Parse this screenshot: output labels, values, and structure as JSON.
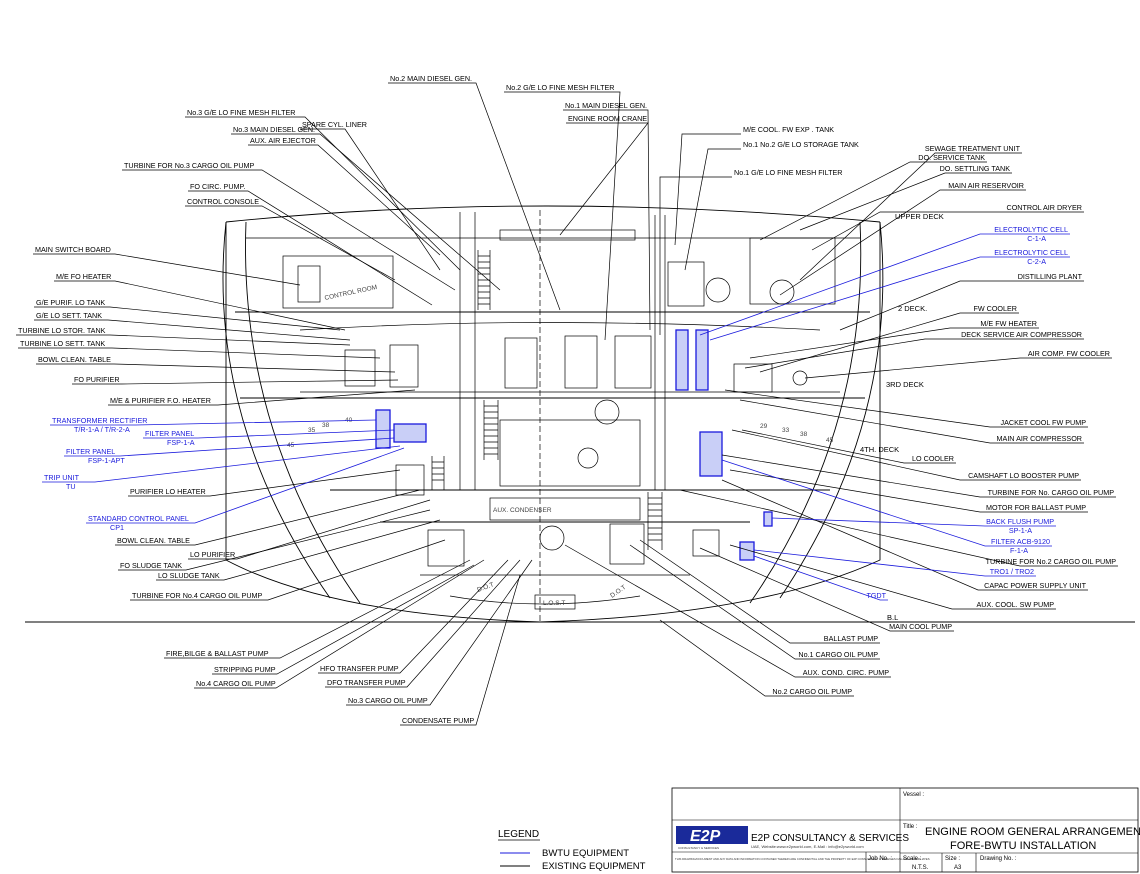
{
  "labels_left": [
    {
      "id": "spare-cyl-liner",
      "text": "SPARE CYL. LINER"
    },
    {
      "id": "no3-ge-lo-fine-mesh-filter",
      "text": "No.3  G/E LO FINE MESH FILTER"
    },
    {
      "id": "no3-main-diesel-gen",
      "text": "No.3  MAIN DIESEL GEN."
    },
    {
      "id": "aux-air-ejector",
      "text": "AUX. AIR EJECTOR"
    },
    {
      "id": "turbine-no3-cargo-oil-pump",
      "text": "TURBINE FOR No.3 CARGO OIL PUMP"
    },
    {
      "id": "fo-circ-pump",
      "text": "FO CIRC. PUMP."
    },
    {
      "id": "control-console",
      "text": "CONTROL CONSOLE"
    },
    {
      "id": "main-switch-board",
      "text": "MAIN SWITCH BOARD"
    },
    {
      "id": "me-fo-heater",
      "text": "M/E FO HEATER"
    },
    {
      "id": "ge-purif-lo-tank",
      "text": "G/E PURIF. LO TANK"
    },
    {
      "id": "ge-lo-sett-tank",
      "text": "G/E LO SETT. TANK"
    },
    {
      "id": "turbine-lo-stor-tank",
      "text": "TURBINE LO STOR. TANK"
    },
    {
      "id": "turbine-lo-sett-tank",
      "text": "TURBINE LO SETT. TANK"
    },
    {
      "id": "bowl-clean-table-1",
      "text": "BOWL CLEAN. TABLE"
    },
    {
      "id": "fo-purifier",
      "text": "FO PURIFIER"
    },
    {
      "id": "me-purifier-fo-heater",
      "text": "M/E & PURIFIER F.O. HEATER"
    },
    {
      "id": "purifier-lo-heater",
      "text": "PURIFIER LO HEATER"
    },
    {
      "id": "bowl-clean-table-2",
      "text": "BOWL CLEAN.  TABLE"
    },
    {
      "id": "lo-purifier",
      "text": "LO PURIFIER"
    },
    {
      "id": "fo-sludge-tank",
      "text": "FO SLUDGE TANK"
    },
    {
      "id": "lo-sludge-tank",
      "text": "LO SLUDGE TANK"
    },
    {
      "id": "turbine-no4-cargo-oil-pump",
      "text": "TURBINE FOR No.4 CARGO OIL PUMP"
    }
  ],
  "labels_left_blue": [
    {
      "id": "transformer-rectifier",
      "text": "TRANSFORMER RECTIFIER",
      "sub": "T/R-1-A / T/R-2-A"
    },
    {
      "id": "filter-panel-fsp1a",
      "text": "FILTER PANEL",
      "sub": "FSP-1-A"
    },
    {
      "id": "filter-panel-fsp1apt",
      "text": "FILTER PANEL",
      "sub": "FSP-1-APT"
    },
    {
      "id": "trip-unit",
      "text": "TRIP UNIT",
      "sub": "TU"
    },
    {
      "id": "standard-control-panel",
      "text": "STANDARD CONTROL PANEL",
      "sub": "CP1"
    }
  ],
  "labels_top": [
    {
      "id": "no2-main-diesel-gen",
      "text": "No.2  MAIN DIESEL GEN."
    },
    {
      "id": "no2-ge-lo-fine-mesh-filter",
      "text": "No.2  G/E LO FINE MESH FILTER"
    },
    {
      "id": "no1-main-diesel-gen",
      "text": "No.1 MAIN DIESEL GEN."
    },
    {
      "id": "engine-room-crane",
      "text": "ENGINE ROOM CRANE"
    },
    {
      "id": "me-cool-fw-exp-tank",
      "text": "M/E COOL. FW  EXP . TANK"
    },
    {
      "id": "no1-no2-ge-lo-storage-tank",
      "text": "No.1 No.2  G/E LO STORAGE TANK"
    },
    {
      "id": "no1-ge-lo-fine-mesh-filter",
      "text": "No.1 G/E LO FINE MESH FILTER"
    }
  ],
  "labels_right": [
    {
      "id": "sewage-treatment-unit",
      "text": "SEWAGE TREATMENT UNIT"
    },
    {
      "id": "do-service-tank",
      "text": "DO. SERVICE TANK"
    },
    {
      "id": "do-settling-tank",
      "text": "DO. SETTLING TANK"
    },
    {
      "id": "main-air-reservoir",
      "text": "MAIN AIR RESERVOIR"
    },
    {
      "id": "control-air-dryer",
      "text": "CONTROL AIR DRYER"
    },
    {
      "id": "distilling-plant",
      "text": "DISTILLING PLANT"
    },
    {
      "id": "fw-cooler",
      "text": "FW COOLER"
    },
    {
      "id": "me-fw-heater",
      "text": "M/E FW HEATER"
    },
    {
      "id": "deck-service-air-compressor",
      "text": "DECK SERVICE AIR COMPRESSOR"
    },
    {
      "id": "air-comp-fw-cooler",
      "text": "AIR COMP. FW COOLER"
    },
    {
      "id": "jacket-cool-fw-pump",
      "text": "JACKET COOL FW PUMP"
    },
    {
      "id": "main-air-compressor",
      "text": "MAIN AIR COMPRESSOR"
    },
    {
      "id": "lo-cooler",
      "text": "LO COOLER"
    },
    {
      "id": "camshaft-lo-booster-pump",
      "text": "CAMSHAFT LO BOOSTER PUMP"
    },
    {
      "id": "turbine-no-cargo-oil-pump",
      "text": "TURBINE FOR No. CARGO OIL PUMP"
    },
    {
      "id": "motor-for-ballast-pump",
      "text": "MOTOR FOR BALLAST PUMP"
    },
    {
      "id": "turbine-no2-cargo-oil-pump",
      "text": "TURBINE FOR No.2  CARGO OIL PUMP"
    },
    {
      "id": "capac-power-supply-unit",
      "text": "CAPAC POWER SUPPLY UNIT"
    },
    {
      "id": "aux-cool-sw-pump",
      "text": "AUX. COOL. SW  PUMP"
    },
    {
      "id": "main-cool-pump",
      "text": "MAIN COOL PUMP"
    }
  ],
  "labels_right_blue": [
    {
      "id": "electrolytic-cell-c1a",
      "text": "ELECTROLYTIC CELL",
      "sub": "C-1-A"
    },
    {
      "id": "electrolytic-cell-c2a",
      "text": "ELECTROLYTIC CELL",
      "sub": "C-2-A"
    },
    {
      "id": "back-flush-pump",
      "text": "BACK FLUSH PUMP",
      "sub": "SP-1-A"
    },
    {
      "id": "filter-acb",
      "text": "FILTER ACB-9120",
      "sub": "F-1-A"
    },
    {
      "id": "tro",
      "text": "TRO1 / TRO2",
      "sub": ""
    },
    {
      "id": "tgdt",
      "text": "TGDT",
      "sub": ""
    }
  ],
  "labels_bottom": [
    {
      "id": "fire-bilge-ballast-pump",
      "text": "FIRE,BILGE & BALLAST PUMP"
    },
    {
      "id": "stripping-pump",
      "text": "STRIPPING PUMP"
    },
    {
      "id": "no4-cargo-oil-pump",
      "text": "No.4 CARGO OIL PUMP"
    },
    {
      "id": "hfo-transfer-pump",
      "text": "HFO TRANSFER PUMP"
    },
    {
      "id": "dfo-transfer-pump",
      "text": "DFO TRANSFER PUMP"
    },
    {
      "id": "no3-cargo-oil-pump",
      "text": "No.3 CARGO OIL PUMP"
    },
    {
      "id": "condensate-pump",
      "text": "CONDENSATE PUMP"
    },
    {
      "id": "ballast-pump",
      "text": "BALLAST PUMP"
    },
    {
      "id": "no1-cargo-oil-pump",
      "text": "No.1 CARGO OIL PUMP"
    },
    {
      "id": "aux-cond-circ-pump",
      "text": "AUX. COND. CIRC.  PUMP"
    },
    {
      "id": "no2-cargo-oil-pump",
      "text": "No.2  CARGO OIL PUMP"
    }
  ],
  "decks": {
    "upper": "UPPER DECK",
    "second": "2  DECK.",
    "third": "3RD DECK",
    "fourth": "4TH. DECK",
    "bl": "B.L"
  },
  "inner_labels": {
    "control_room": "CONTROL ROOM",
    "aux_condenser": "AUX. CONDENSER",
    "dot": "D.O.T",
    "lost": "L.O.S.T",
    "dot2": "D.O.T",
    "frames_left": [
      "40",
      "38",
      "35",
      "45"
    ],
    "frames_right": [
      "29",
      "33",
      "38",
      "45"
    ]
  },
  "legend": {
    "title": "LEGEND",
    "items": [
      {
        "label": "BWTU EQUIPMENT",
        "color": "#1a1adc"
      },
      {
        "label": "EXISTING EQUIPMENT",
        "color": "#000000"
      }
    ]
  },
  "title_block": {
    "logo": "E2P",
    "logo_sub": "CONSULTANCY & SERVICES",
    "company": "E2P CONSULTANCY & SERVICES",
    "contact": "UAE, Website:www.e2pworld.com, E-Mail : info@e2pworld.com",
    "vessel_label": "Vessel :",
    "title_label": "Title :",
    "title_line1": "ENGINE ROOM GENERAL ARRANGEMENT -",
    "title_line2": "FORE-BWTU INSTALLATION",
    "job_label": "Job No. :",
    "scale_label": "Scale :",
    "scale_value": "N.T.S.",
    "size_label": "Size :",
    "size_value": "A3",
    "drawing_label": "Drawing No. :",
    "notice": "THIS DRAWING/DOCUMENT AND ANY DATA AND INFORMATION CONTAINED THEREIN ARE CONFIDENTIAL AND THE PROPERTY OF E2P CONSULTANCY & SERVICES FZE AND ITS AFFILIATES"
  }
}
